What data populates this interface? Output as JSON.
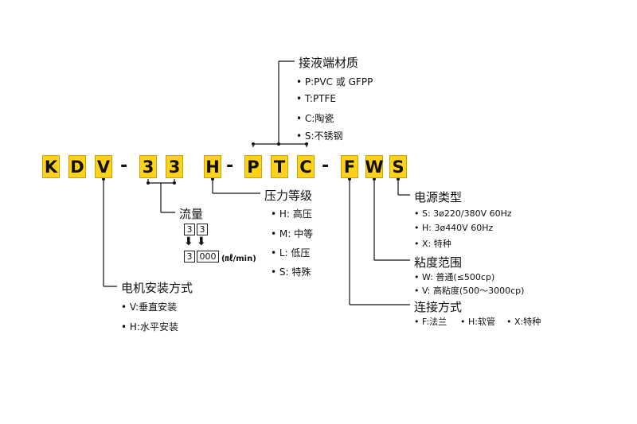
{
  "model": {
    "chars": [
      "K",
      "D",
      "V",
      "3",
      "3",
      "H",
      "P",
      "T",
      "C",
      "F",
      "W",
      "S"
    ],
    "dash": "-"
  },
  "material": {
    "title": "接液端材质",
    "items": [
      "• P:PVC 或 GFPP",
      "• T:PTFE",
      "• C:陶瓷",
      "• S:不锈钢"
    ]
  },
  "mount": {
    "title": "电机安装方式",
    "items": [
      "• V:垂直安装",
      "• H:水平安装"
    ]
  },
  "flow": {
    "title": "流量",
    "code": [
      "3",
      "3"
    ],
    "value": [
      "3",
      "000"
    ],
    "arrow": "⬇",
    "unit": "(㎖/min)"
  },
  "pressure": {
    "title": "压力等级",
    "items": [
      "• H: 高压",
      "• M: 中等",
      "• L: 低压",
      "• S: 特殊"
    ]
  },
  "power": {
    "title": "电源类型",
    "items": [
      "• S: 3ø220/380V 60Hz",
      "• H: 3ø440V 60Hz",
      "• X: 特种"
    ]
  },
  "viscosity": {
    "title": "粘度范围",
    "items": [
      "• W: 普通(≤500cp)",
      "• V: 高粘度(500～3000cp)"
    ]
  },
  "connection": {
    "title": "连接方式",
    "items": [
      "• F:法兰",
      "• H:软管",
      "• X:特种"
    ]
  }
}
